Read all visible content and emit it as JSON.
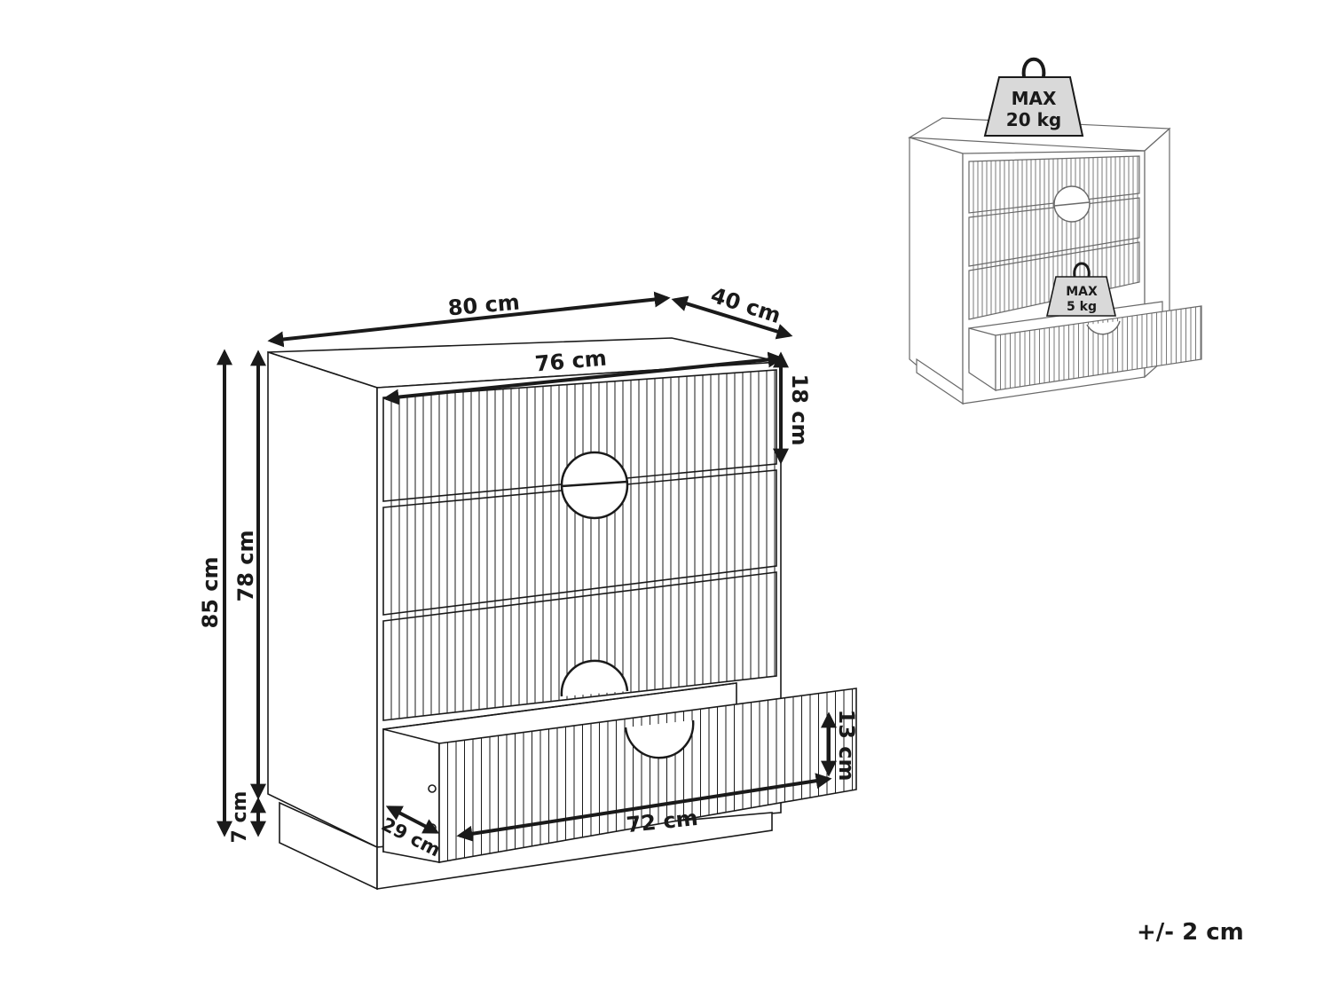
{
  "dimensions": {
    "width_total": "80 cm",
    "depth": "40 cm",
    "front_width": "76 cm",
    "drawer_height": "18 cm",
    "height_total": "85 cm",
    "body_height": "78 cm",
    "base_height": "7 cm",
    "bottom_drawer_height": "13 cm",
    "drawer_inner_width": "72 cm",
    "drawer_inner_depth": "29 cm"
  },
  "load": {
    "top_label": "MAX",
    "top_value": "20 kg",
    "drawer_label": "MAX",
    "drawer_value": "5 kg"
  },
  "tolerance": "+/- 2 cm",
  "colors": {
    "stroke": "#1a1a1a",
    "background": "#ffffff",
    "weight_fill": "#d9d9d9"
  }
}
